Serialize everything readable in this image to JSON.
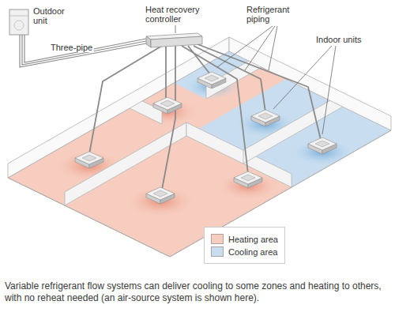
{
  "diagram": {
    "caption": "Variable refrigerant flow systems can deliver cooling to some zones and heating to others, with no reheat needed (an air-source system is shown here).",
    "labels": [
      "Outdoor unit",
      "Three-pipe",
      "Heat recovery controller",
      "Refrigerant piping",
      "Indoor units"
    ],
    "legend": [
      {
        "text": "Heating area",
        "color": "#f6cdbf"
      },
      {
        "text": "Cooling area",
        "color": "#c8def0"
      }
    ]
  }
}
